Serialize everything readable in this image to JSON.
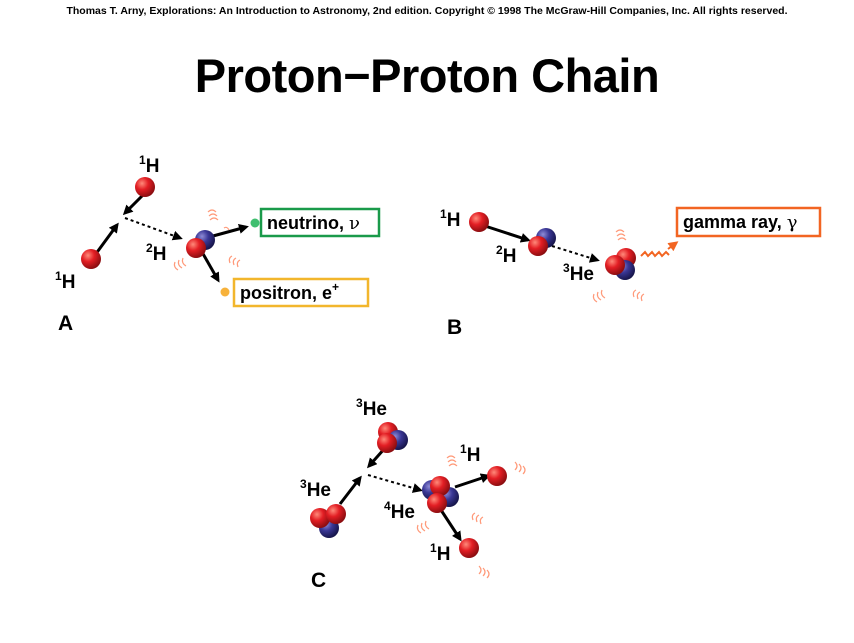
{
  "header": {
    "copyright": "Thomas T. Arny, Explorations: An Introduction to Astronomy, 2nd edition. Copyright © 1998 The McGraw-Hill Companies, Inc. All rights reserved.",
    "title": "Proton−Proton Chain"
  },
  "colors": {
    "proton": "#e31e24",
    "neutron": "#3a3796",
    "neutrino_border": "#1a9a4a",
    "neutrino_dot": "#3fbf6f",
    "positron_border": "#f2b62c",
    "positron_dot": "#f7b23b",
    "gamma_border": "#f26522",
    "photon": "#f26522"
  },
  "panels": {
    "A": {
      "letter": "A",
      "h1_top": {
        "sup": "1",
        "sym": "H"
      },
      "h1_bottom": {
        "sup": "1",
        "sym": "H"
      },
      "h2": {
        "sup": "2",
        "sym": "H"
      },
      "neutrino": {
        "name": "neutrino, ",
        "sym": "ν"
      },
      "positron": {
        "name": "positron, e",
        "sup": "+"
      }
    },
    "B": {
      "letter": "B",
      "h1": {
        "sup": "1",
        "sym": "H"
      },
      "h2": {
        "sup": "2",
        "sym": "H"
      },
      "he3": {
        "sup": "3",
        "sym": "He"
      },
      "gamma": {
        "name": "gamma ray, ",
        "sym": "γ"
      }
    },
    "C": {
      "letter": "C",
      "he3_top": {
        "sup": "3",
        "sym": "He"
      },
      "he3_left": {
        "sup": "3",
        "sym": "He"
      },
      "he4": {
        "sup": "4",
        "sym": "He"
      },
      "h1_top": {
        "sup": "1",
        "sym": "H"
      },
      "h1_bottom": {
        "sup": "1",
        "sym": "H"
      }
    }
  }
}
